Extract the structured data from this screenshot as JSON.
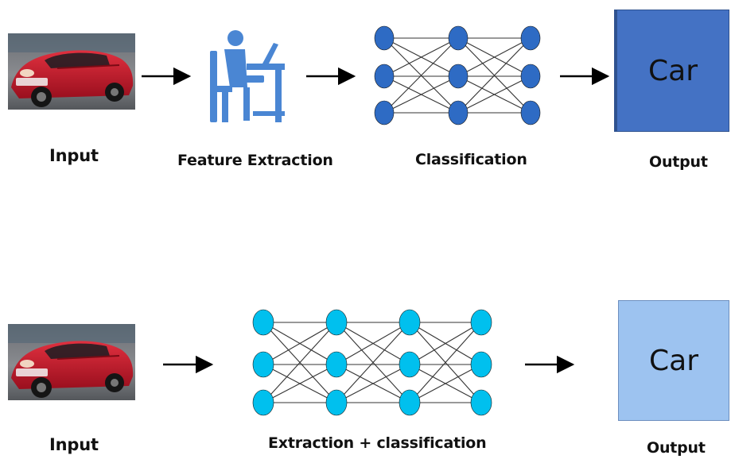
{
  "colors": {
    "top_nodes": "#2e6bc4",
    "top_output_box": "#4472c4",
    "bottom_nodes": "#00c0ee",
    "bottom_output_box": "#9dc3f0",
    "worker_icon": "#4a86d3",
    "car_body": "#c0152a"
  },
  "top_row": {
    "input_label": "Input",
    "feature_label": "Feature Extraction",
    "classification_label": "Classification",
    "output_text": "Car",
    "output_label": "Output"
  },
  "bottom_row": {
    "input_label": "Input",
    "network_label": "Extraction + classification",
    "output_text": "Car",
    "output_label": "Output"
  },
  "icons": {
    "input_image": "red-sports-car-photo",
    "feature_extraction": "person-at-computer-icon",
    "arrow": "right-arrow-icon"
  }
}
